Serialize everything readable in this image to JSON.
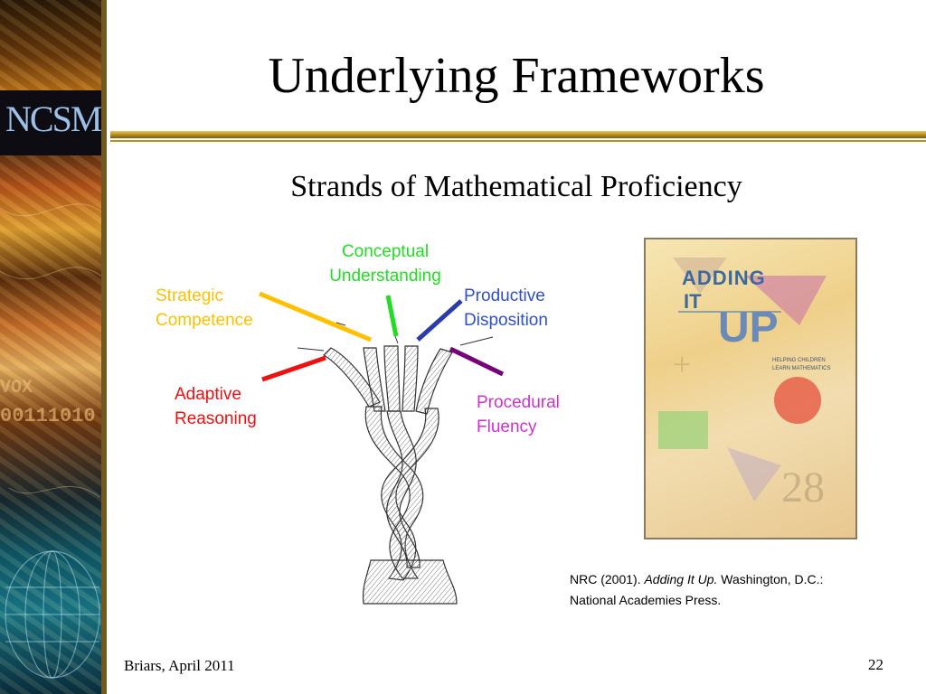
{
  "slide": {
    "title": "Underlying Frameworks",
    "subtitle": "Strands of Mathematical Proficiency",
    "footer_left": "Briars, April 2011",
    "page_number": "22"
  },
  "sidebar": {
    "logo": "NCSM",
    "binary_text": "00111010",
    "vox_text": "VOX"
  },
  "strands": [
    {
      "line1": "Conceptual",
      "line2": "Understanding",
      "color": "#22dd22"
    },
    {
      "line1": "Strategic",
      "line2": "Competence",
      "color": "#ffc000"
    },
    {
      "line1": "Productive",
      "line2": "Disposition",
      "color": "#3050c8"
    },
    {
      "line1": "Adaptive",
      "line2": "Reasoning",
      "color": "#ee1111"
    },
    {
      "line1": "Procedural",
      "line2": "Fluency",
      "color": "#cc33cc"
    }
  ],
  "strand_line_colors": {
    "conceptual": "#22dd22",
    "strategic": "#ffc000",
    "productive": "#2a3ca8",
    "adaptive": "#ee1111",
    "procedural": "#780078"
  },
  "book": {
    "title_line1": "ADDING",
    "title_line2": "IT",
    "title_line3": "UP",
    "subtitle": "HELPING CHILDREN LEARN MATHEMATICS"
  },
  "citation": {
    "prefix": "NRC (2001). ",
    "italic": "Adding It Up.",
    "suffix": " Washington, D.C.:",
    "line2": "National Academies Press."
  }
}
